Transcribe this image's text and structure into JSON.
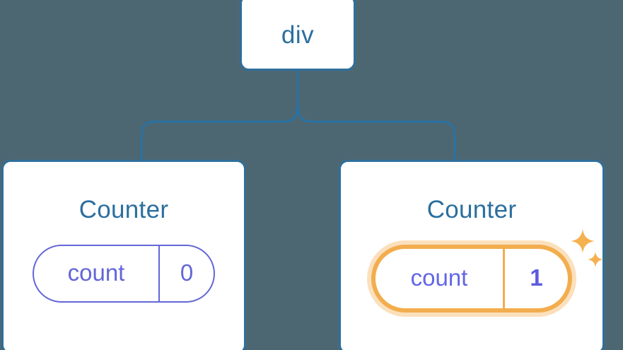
{
  "diagram": {
    "type": "component-tree",
    "title_visible": false,
    "background_color": "#4d6772",
    "node_border_color": "#2f6f9b",
    "node_fill_color": "#ffffff",
    "node_text_color": "#2b6f9e",
    "connector_color": "#2a72a5",
    "state_pill_color": "#6366d8",
    "highlight_color": "#f2ad4e",
    "highlight_glow_color": "#fbdfb2",
    "sparkle_color": "#f5b14f"
  },
  "root": {
    "label": "div"
  },
  "children": [
    {
      "title": "Counter",
      "state": {
        "key": "count",
        "value": "0"
      },
      "highlighted": false,
      "sparkles": false
    },
    {
      "title": "Counter",
      "state": {
        "key": "count",
        "value": "1"
      },
      "highlighted": true,
      "sparkles": true
    }
  ],
  "icons": {
    "sparkle_large": "sparkle-icon",
    "sparkle_small": "sparkle-icon"
  }
}
